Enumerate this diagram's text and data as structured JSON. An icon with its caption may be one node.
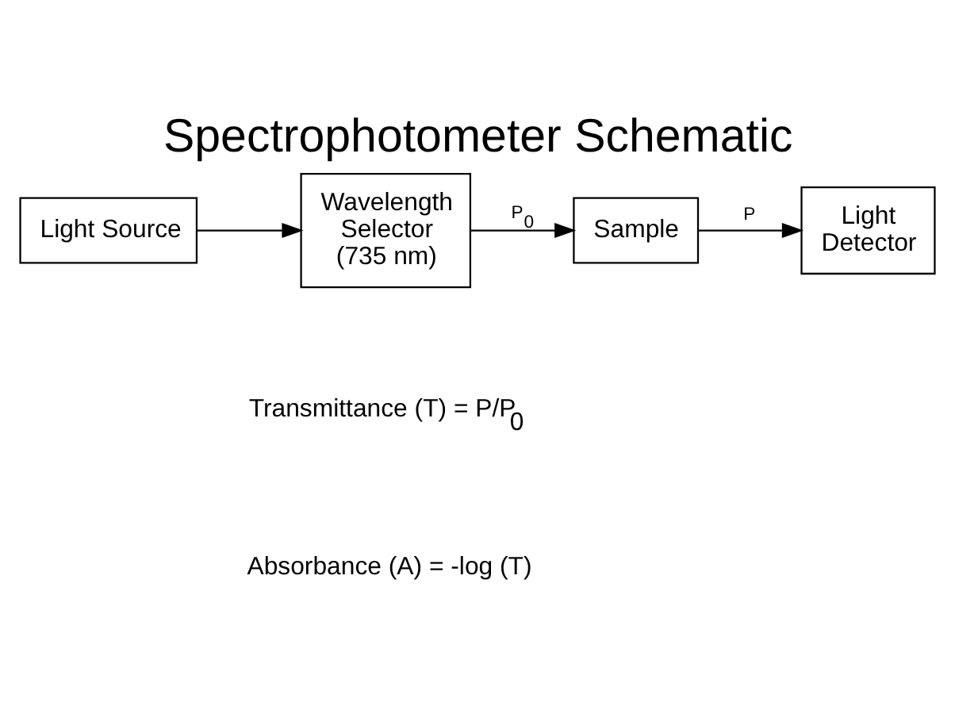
{
  "diagram": {
    "title": "Spectrophotometer Schematic",
    "nodes": [
      {
        "text": [
          "Light Source"
        ]
      },
      {
        "text": [
          "Wavelength Selector (735 nm)"
        ]
      },
      {
        "text": [
          "Sample"
        ]
      },
      {
        "text": [
          "Light Detector"
        ]
      }
    ],
    "edges": [
      {
        "from": 0,
        "to": 1,
        "arrow": "to"
      },
      {
        "from": 1,
        "to": 2,
        "arrow": "to",
        "label": "P$_{0}$"
      },
      {
        "from": 2,
        "to": 3,
        "arrow": "to",
        "label": "P"
      }
    ],
    "labels": [
      "Transmittance (T) = P/P$_{0}$",
      "Absorbance (A) = -log (T)"
    ]
  }
}
